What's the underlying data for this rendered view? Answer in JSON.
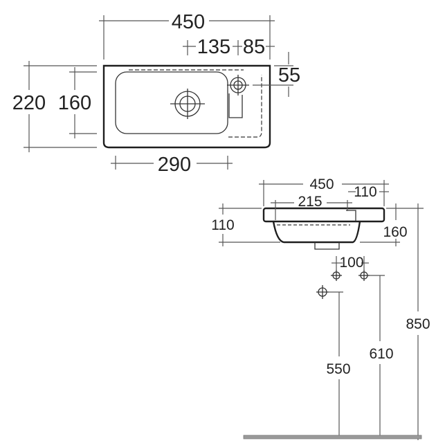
{
  "plan_view": {
    "dims": {
      "overall_width": "450",
      "tap_offset": "135",
      "tap_to_edge": "85",
      "tap_depth": "55",
      "overall_depth": "220",
      "bowl_depth": "160",
      "bowl_width": "290"
    }
  },
  "section_view": {
    "dims": {
      "overall_width": "450",
      "tap_to_edge": "110",
      "waste_offset": "215",
      "rim_height": "110",
      "basin_height": "160",
      "waste_spacing": "100",
      "floor_height": "850",
      "upper_waste_height": "610",
      "lower_waste_height": "550"
    }
  },
  "colors": {
    "line": "#1e1e1e",
    "dimension": "#555555",
    "floor": "#9a9a9a"
  }
}
